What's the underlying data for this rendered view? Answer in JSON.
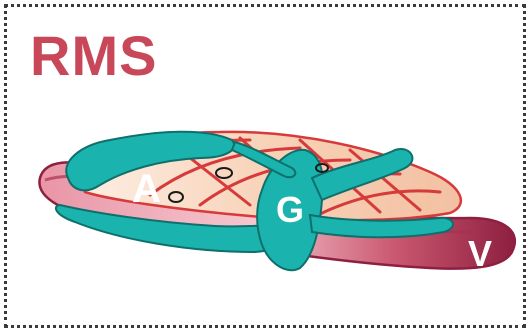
{
  "title": "RMS",
  "labels": {
    "artery": "A",
    "ganglion": "G",
    "vein": "V"
  },
  "colors": {
    "title": "#c8485a",
    "vessel_dark": "#8e1f40",
    "vessel_light": "#f3b7c2",
    "teal": "#1bb3ad",
    "teal_outline": "#0f6f6c",
    "muscle_light": "#fbe6d4",
    "muscle_stripe": "#d63a3a",
    "border": "#3a3a3a"
  }
}
